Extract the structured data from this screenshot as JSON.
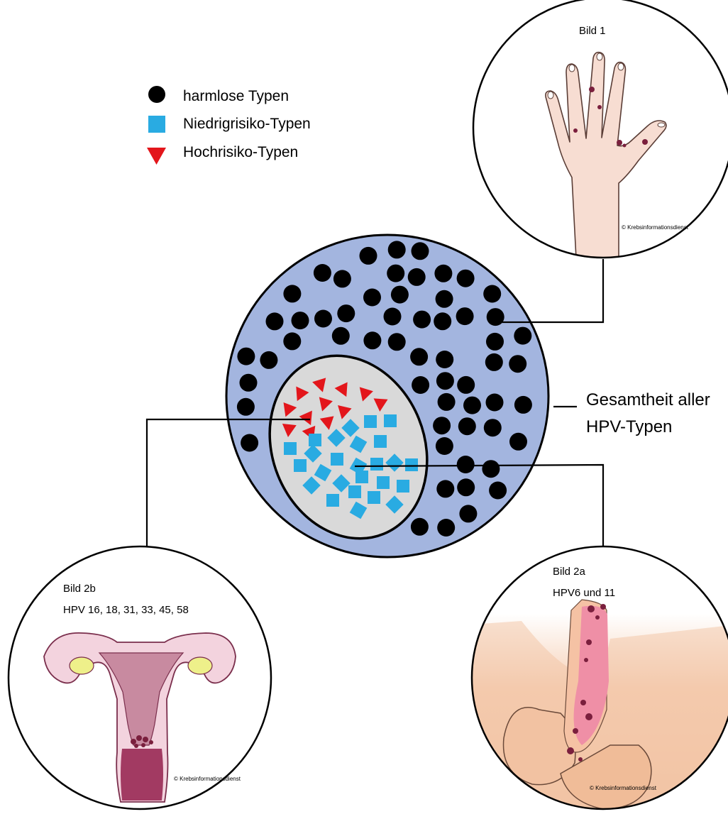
{
  "legend": {
    "items": [
      {
        "label": "harmlose Typen",
        "symbol": "circle",
        "color": "#000000"
      },
      {
        "label": "Niedrigrisiko-Typen",
        "symbol": "square",
        "color": "#29abe2"
      },
      {
        "label": "Hochrisiko-Typen",
        "symbol": "triangle-down",
        "color": "#e3161b"
      }
    ]
  },
  "main_circle": {
    "label_line1": "Gesamtheit aller",
    "label_line2": "HPV-Typen",
    "fill_color": "#a3b5df",
    "inner_fill_color": "#d9d9d9"
  },
  "panels": {
    "bild1": {
      "title": "Bild 1",
      "subtitle": "",
      "image": "hand-with-warts",
      "copyright": "© Krebsinformationsdienst"
    },
    "bild2a": {
      "title": "Bild 2a",
      "subtitle": "HPV6 und 11",
      "image": "genital-warts-male",
      "copyright": "© Krebsinformationsdienst"
    },
    "bild2b": {
      "title": "Bild 2b",
      "subtitle": "HPV 16, 18, 31, 33, 45, 58",
      "image": "uterus-cervical-lesion",
      "copyright": "© Krebsinformationsdienst"
    }
  },
  "colors": {
    "harmless": "#000000",
    "low_risk": "#29abe2",
    "high_risk": "#e3161b",
    "skin": "#f3d2c4",
    "wart": "#7a1f3d"
  }
}
